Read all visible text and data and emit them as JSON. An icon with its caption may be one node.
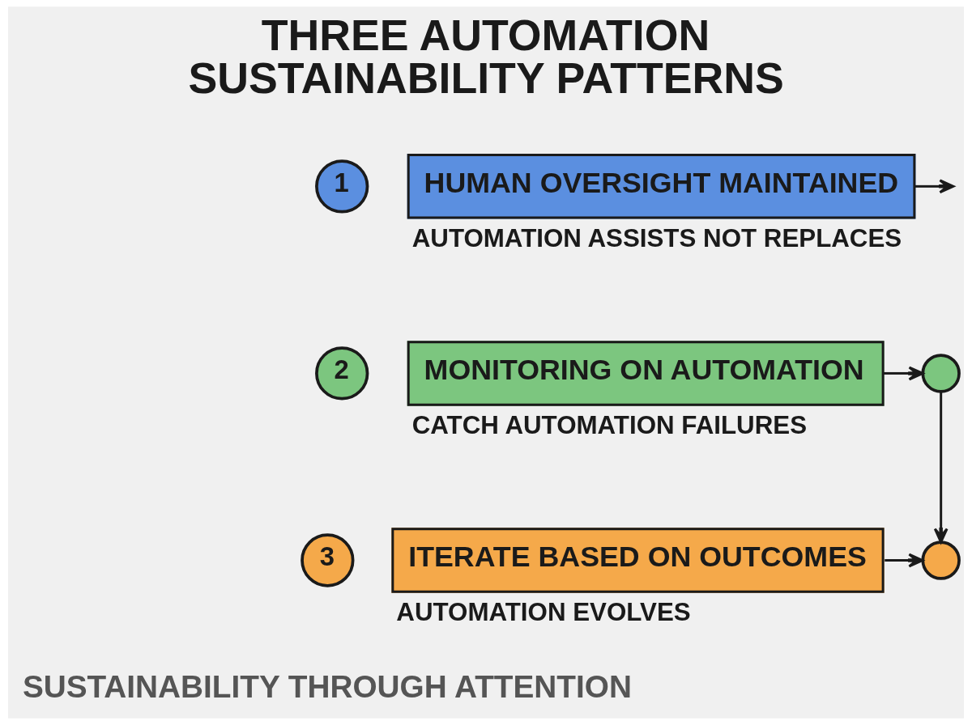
{
  "diagram": {
    "title": "THREE AUTOMATION SUSTAINABILITY PATTERNS",
    "nodes": [
      {
        "text": [
          "1"
        ]
      },
      {
        "text": [
          "HUMAN OVERSIGHT MAINTAINED"
        ],
        "beside": [
          "AUTOMATION ASSISTS NOT REPLACES"
        ]
      },
      {
        "text": [
          "2"
        ]
      },
      {
        "text": [
          "MONITORING ON AUTOMATION"
        ],
        "beside": [
          "CATCH AUTOMATION FAILURES"
        ]
      },
      {
        "text": [],
        "shape": "circle"
      },
      {
        "text": [
          "3"
        ]
      },
      {
        "text": [
          "ITERATE BASED ON OUTCOMES"
        ],
        "beside": [
          "AUTOMATION EVOLVES"
        ]
      },
      {
        "text": [],
        "shape": "circle"
      }
    ],
    "edges": [
      {
        "from": 1,
        "to": null,
        "arrow": "to"
      },
      {
        "from": 3,
        "to": 4,
        "arrow": "to"
      },
      {
        "from": 4,
        "to": 7,
        "arrow": "to"
      },
      {
        "from": 6,
        "to": 7,
        "arrow": "to"
      }
    ],
    "caption": "SUSTAINABILITY THROUGH ATTENTION"
  }
}
